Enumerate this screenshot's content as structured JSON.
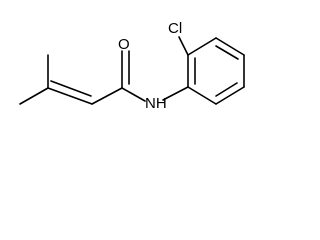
{
  "molecule": {
    "atoms": {
      "oxygen": "O",
      "nitrogen_hydrogen": "NH",
      "chlorine": "Cl"
    },
    "colors": {
      "background": "#ffffff",
      "line": "#000000"
    }
  }
}
